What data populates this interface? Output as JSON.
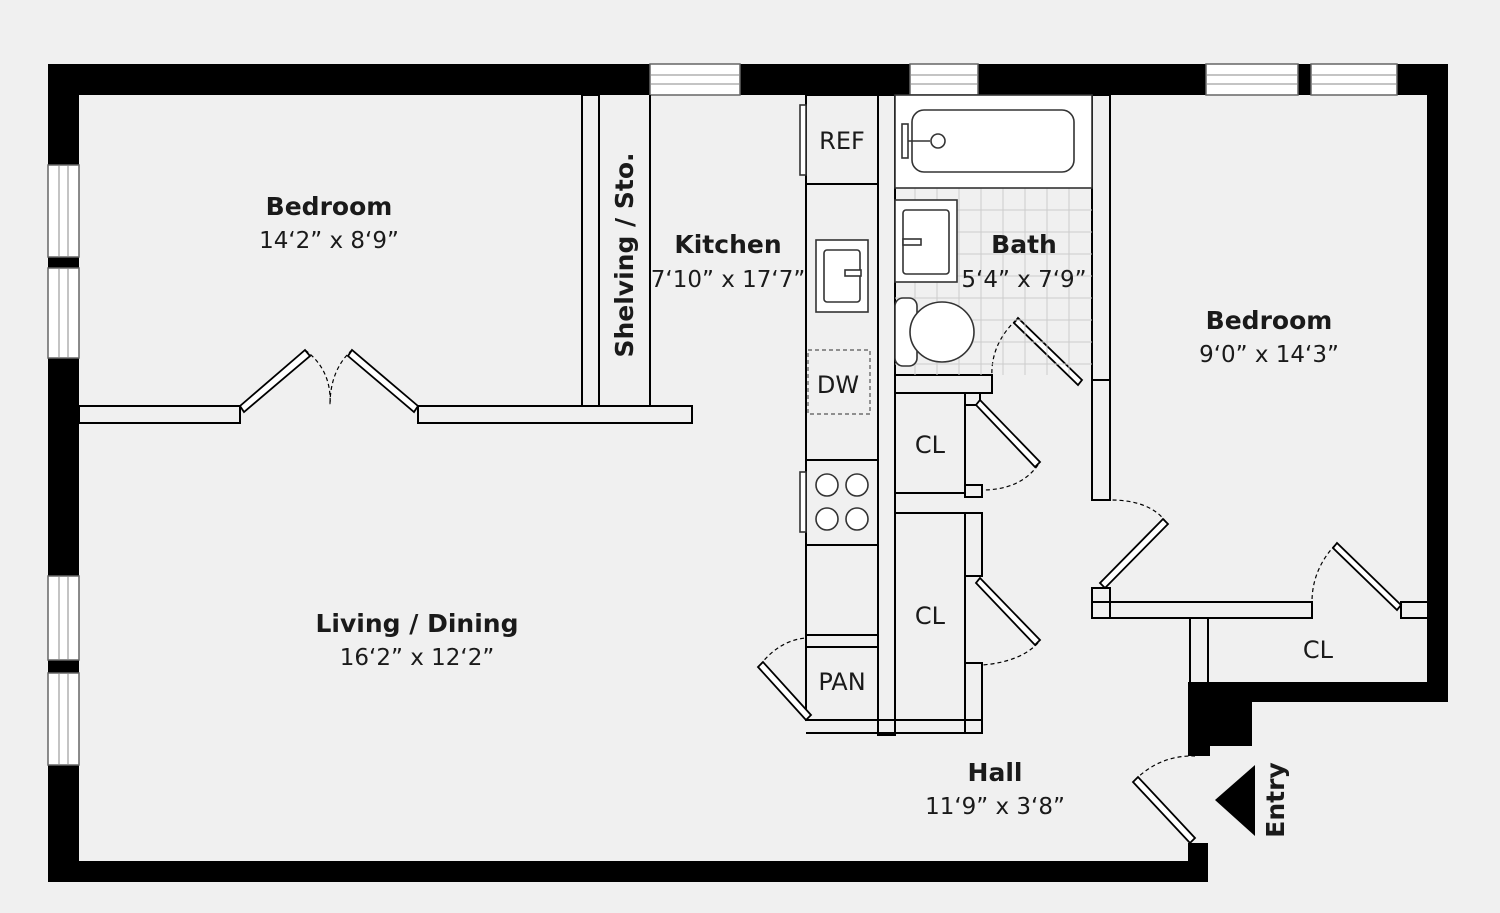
{
  "rooms": {
    "bedroom1": {
      "name": "Bedroom",
      "dims": "14‘2”  x  8‘9”"
    },
    "storage": {
      "name": "Shelving / Sto."
    },
    "kitchen": {
      "name": "Kitchen",
      "dims": "7‘10”  x  17‘7”"
    },
    "bath": {
      "name": "Bath",
      "dims": "5‘4”  x  7‘9”"
    },
    "bedroom2": {
      "name": "Bedroom",
      "dims": "9‘0”  x  14‘3”"
    },
    "living": {
      "name": "Living / Dining",
      "dims": "16‘2”  x  12‘2”"
    },
    "hall": {
      "name": "Hall",
      "dims": "11‘9”  x  3‘8”"
    }
  },
  "fixtures": {
    "ref": "REF",
    "dw": "DW",
    "pan": "PAN",
    "closet1": "CL",
    "closet2": "CL",
    "closet3": "CL"
  },
  "entry": {
    "label": "Entry"
  },
  "colors": {
    "wall": "#000000",
    "background": "#f0f0f0",
    "window": "#ffffff"
  }
}
